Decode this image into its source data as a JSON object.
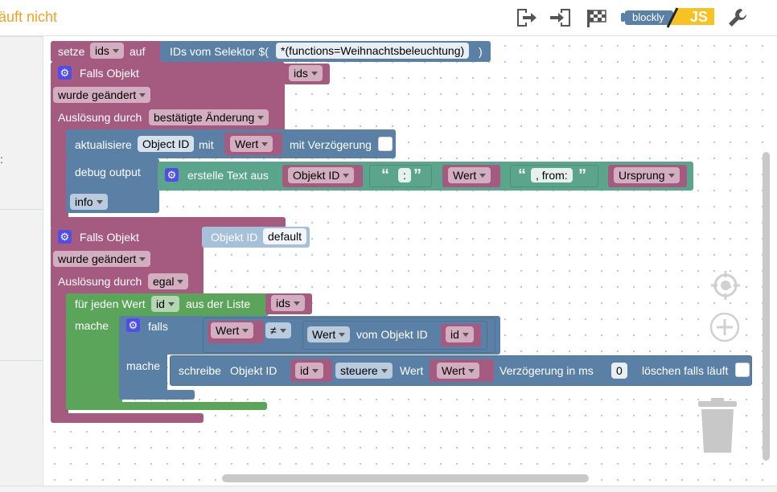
{
  "header": {
    "status_text": "läuft nicht",
    "status_color": "#f4a21e",
    "toolbar": {
      "export_icon": "export-icon",
      "import_icon": "import-icon",
      "test_icon": "checkered-flag-icon",
      "blockly_label": "blockly",
      "js_label": "JS",
      "settings_icon": "wrench-icon"
    }
  },
  "sidebar": {
    "mark": ":"
  },
  "blocks": {
    "set_var": {
      "keyword_set": "setze",
      "var_name": "ids",
      "keyword_to": "auf",
      "selector_label": "IDs vom Selektor $(",
      "selector_value": "*(functions=Weihnachtsbeleuchtung)",
      "selector_close": ")"
    },
    "trigger1": {
      "title": "Falls Objekt",
      "object": "ids",
      "event": "wurde geändert",
      "trigger_label": "Auslösung durch",
      "trigger_value": "bestätigte Änderung",
      "update": {
        "label": "aktualisiere",
        "object_id": "Object ID",
        "with_label": "mit",
        "value": "Wert",
        "delay_label": "mit Verzögerung"
      },
      "debug": {
        "label": "debug output",
        "text_label": "erstelle Text aus",
        "part1": "Objekt ID",
        "quote1": ":",
        "part2": "Wert",
        "quote2": ", from:",
        "part3": "Ursprung",
        "level": "info"
      }
    },
    "trigger2": {
      "title": "Falls Objekt",
      "object_label": "Objekt ID",
      "object_value": "default",
      "event": "wurde geändert",
      "trigger_label": "Auslösung durch",
      "trigger_value": "egal",
      "loop": {
        "label": "für jeden Wert",
        "var": "id",
        "list_label": "aus der Liste",
        "list": "ids",
        "do_label": "mache"
      },
      "if_block": {
        "label": "falls",
        "left": "Wert",
        "op": "≠",
        "right_value": "Wert",
        "right_label": "vom Objekt ID",
        "right_id": "id",
        "do_label": "mache"
      },
      "write": {
        "label": "schreibe",
        "object_label": "Objekt ID",
        "id": "id",
        "mode": "steuere",
        "value_label": "Wert",
        "value": "Wert",
        "delay_label": "Verzögerung in ms",
        "delay_value": "0",
        "clear_label": "löschen falls läuft"
      }
    }
  },
  "colors": {
    "logic_pink": "#a55b80",
    "action_blue": "#5b80a5",
    "text_teal": "#5ba58c",
    "loop_green": "#5ba55b",
    "gear_blue": "#4f4fe6",
    "js_yellow": "#f7c223"
  }
}
